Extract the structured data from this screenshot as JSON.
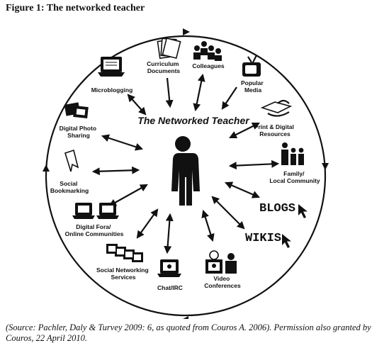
{
  "figure_title": "Figure 1: The networked teacher",
  "center_title": "The Networked Teacher",
  "nodes": {
    "curriculum": [
      "Curriculum",
      "Documents"
    ],
    "colleagues": [
      "Colleagues"
    ],
    "popular_media": [
      "Popular",
      "Media"
    ],
    "print_digital": [
      "Print & Digital",
      "Resources"
    ],
    "family": [
      "Family/",
      "Local Community"
    ],
    "blogs": "BLOGS",
    "wikis": "WIKIS",
    "video": [
      "Video",
      "Conferences"
    ],
    "chat": [
      "Chat/IRC"
    ],
    "social_networking": [
      "Social Networking",
      "Services"
    ],
    "digital_fora": [
      "Digital Fora/",
      "Online Communities"
    ],
    "social_bookmarking": [
      "Social",
      "Bookmarking"
    ],
    "photo_sharing": [
      "Digital Photo",
      "Sharing"
    ],
    "microblogging": [
      "Microblogging"
    ]
  },
  "caption": "(Source: Pachler, Daly & Turvey 2009: 6, as quoted from Couros A. 2006). Permission also granted by Couros, 22 April 2010."
}
